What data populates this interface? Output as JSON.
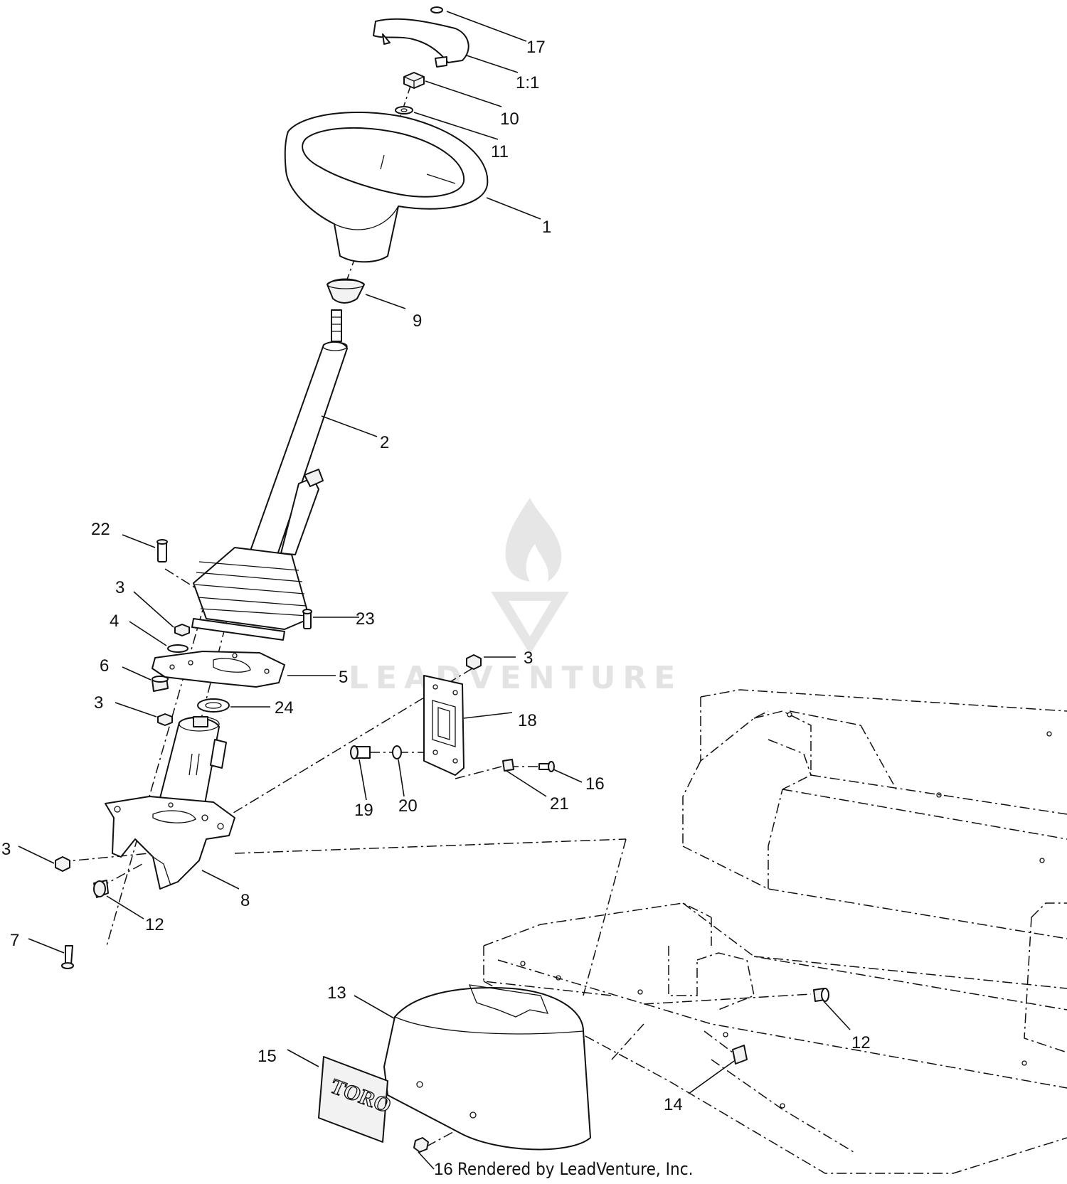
{
  "callouts": [
    "17",
    "1:1",
    "10",
    "11",
    "1",
    "9",
    "2",
    "22",
    "3",
    "23",
    "4",
    "6",
    "5",
    "3",
    "24",
    "3",
    "18",
    "16",
    "19",
    "20",
    "21",
    "3",
    "8",
    "12",
    "7",
    "13",
    "12",
    "15",
    "14",
    "16"
  ],
  "logo_text": "TORO",
  "watermark": "LEADVENTURE",
  "credit": "Rendered by LeadVenture, Inc."
}
